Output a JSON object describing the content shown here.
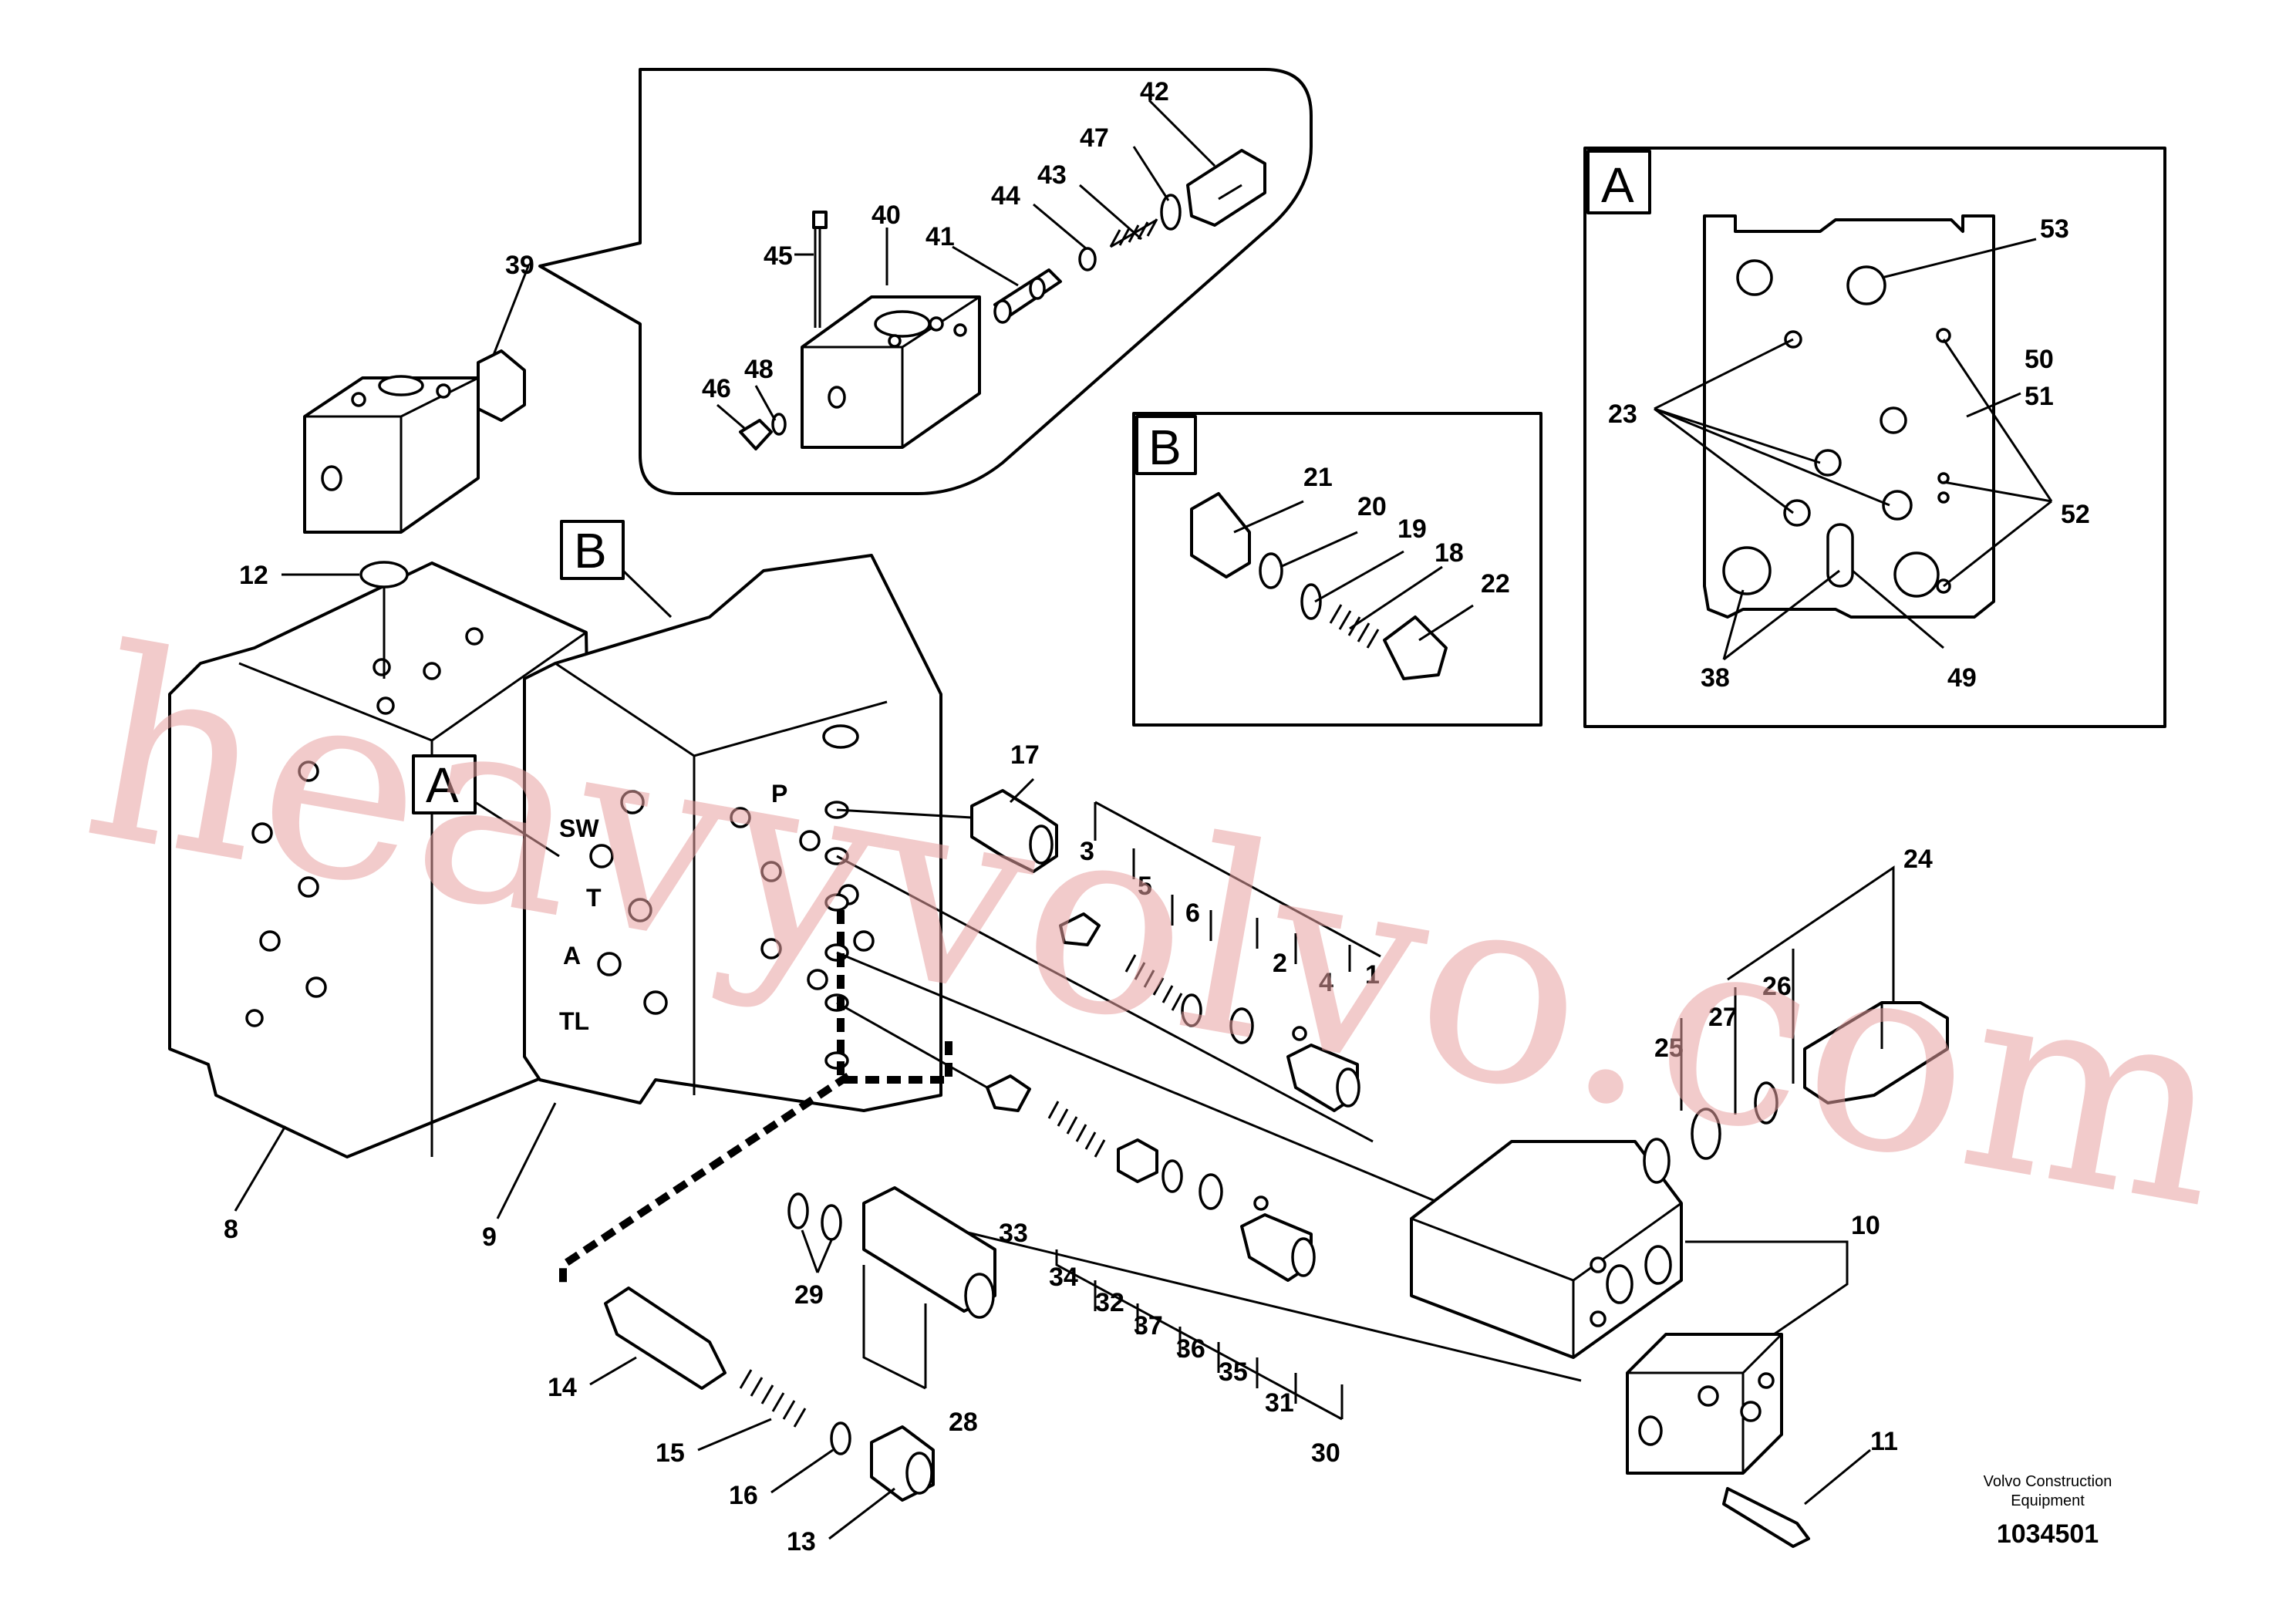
{
  "inset_labels": {
    "a": "A",
    "b": "B"
  },
  "port_labels": {
    "sw": "SW",
    "p": "P",
    "t": "T",
    "a": "A",
    "tl": "TL"
  },
  "caption": {
    "line1": "Volvo Construction",
    "line2": "Equipment"
  },
  "document_number": "1034501",
  "watermark": "heavyvolvo.com",
  "colors": {
    "line": "#000000",
    "background": "#ffffff",
    "watermark": "#e8a0a0"
  },
  "callouts": {
    "c1": "1",
    "c2": "2",
    "c3": "3",
    "c4": "4",
    "c5": "5",
    "c6": "6",
    "c8": "8",
    "c9": "9",
    "c10": "10",
    "c11": "11",
    "c12": "12",
    "c13": "13",
    "c14": "14",
    "c15": "15",
    "c16": "16",
    "c17": "17",
    "c18": "18",
    "c19": "19",
    "c20": "20",
    "c21": "21",
    "c22": "22",
    "c23": "23",
    "c24": "24",
    "c25": "25",
    "c26": "26",
    "c27": "27",
    "c28": "28",
    "c29": "29",
    "c30": "30",
    "c31": "31",
    "c32": "32",
    "c33": "33",
    "c34": "34",
    "c35": "35",
    "c36": "36",
    "c37": "37",
    "c38": "38",
    "c39": "39",
    "c40": "40",
    "c41": "41",
    "c42": "42",
    "c43": "43",
    "c44": "44",
    "c45": "45",
    "c46": "46",
    "c47": "47",
    "c48": "48",
    "c49": "49",
    "c50": "50",
    "c51": "51",
    "c52": "52",
    "c53": "53"
  }
}
